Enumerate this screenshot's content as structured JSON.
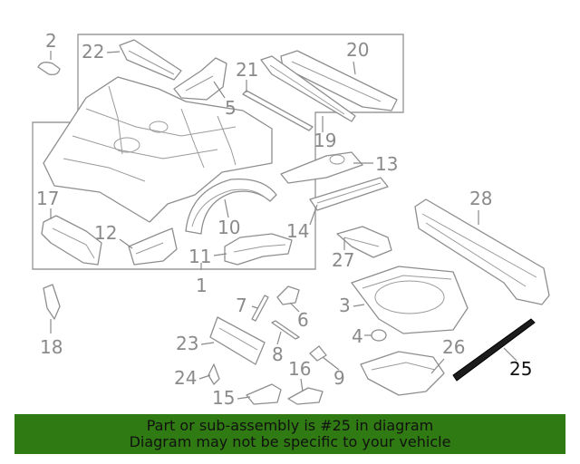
{
  "diagram": {
    "highlighted_part": "25",
    "labels": {
      "l1": "1",
      "l2": "2",
      "l3": "3",
      "l4": "4",
      "l5": "5",
      "l6": "6",
      "l7": "7",
      "l8": "8",
      "l9": "9",
      "l10": "10",
      "l11": "11",
      "l12": "12",
      "l13": "13",
      "l14": "14",
      "l15": "15",
      "l16": "16",
      "l17": "17",
      "l18": "18",
      "l19": "19",
      "l20": "20",
      "l21": "21",
      "l22": "22",
      "l23": "23",
      "l24": "24",
      "l25": "25",
      "l26": "26",
      "l27": "27",
      "l28": "28"
    },
    "colors": {
      "label": "#8a8a8a",
      "highlight": "#111111",
      "banner_bg": "#2f7a12"
    }
  },
  "banner": {
    "line1": "Part or sub-assembly is #25 in diagram",
    "line2": "Diagram may not be specific to your vehicle"
  }
}
